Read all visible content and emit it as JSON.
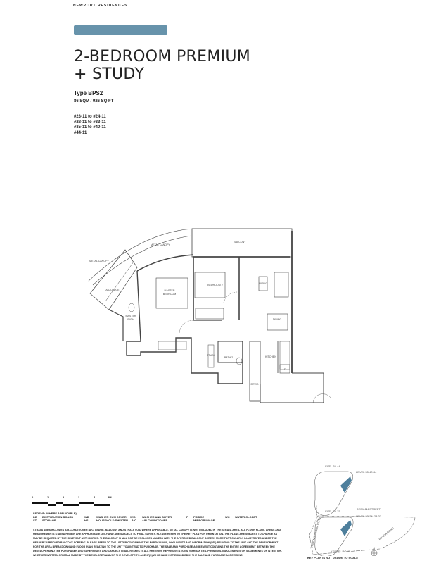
{
  "brand": "NEWPORT RESIDENCES",
  "header": {
    "title_line1": "2-BEDROOM PREMIUM",
    "title_line2": "+ STUDY",
    "type": "Type BPS2",
    "area": "86 SQM / 926 SQ FT",
    "units": [
      "#23-11 to #24-11",
      "#28-11 to #33-11",
      "#35-11 to #40-11",
      "#44-11"
    ]
  },
  "plan_labels": {
    "metal_canopy_1": "METAL CANOPY",
    "metal_canopy_2": "METAL CANOPY",
    "balcony": "BALCONY",
    "ac_ledge": "A/C LEDGE",
    "master_bedroom_1": "MASTER",
    "master_bedroom_2": "BEDROOM",
    "master_bath_1": "MASTER",
    "master_bath_2": "BATH",
    "bedroom2": "BEDROOM 2",
    "living": "LIVING",
    "dining": "DINING",
    "study": "STUDY",
    "bath2": "BATH 2",
    "kitchen": "KITCHEN",
    "dry_kitchen": "DRWD",
    "fridge": "F"
  },
  "scale": {
    "ticks": [
      "0",
      "1",
      "2",
      "3",
      "4",
      "5M"
    ]
  },
  "legend": {
    "title": "LEGEND (WHERE APPLICABLE):",
    "items": [
      {
        "code": "DB",
        "label": "DISTRIBUTION BOARD"
      },
      {
        "code": "WD",
        "label": "WASHER CUM DRYER"
      },
      {
        "code": "W/D",
        "label": "WASHER AND DRYER"
      },
      {
        "code": "F",
        "label": "FRIDGE"
      },
      {
        "code": "WC",
        "label": "WATER CLOSET"
      },
      {
        "code": "ST",
        "label": "STORAGE"
      },
      {
        "code": "HS",
        "label": "HOUSEHOLD SHELTER"
      },
      {
        "code": "A/C",
        "label": "AIR-CONDITIONER"
      },
      {
        "code": "",
        "label": "MIRROR IMAGE"
      }
    ]
  },
  "disclaimer": "Strata area includes air-conditioner (A/C) ledge, balcony and strata void where applicable. Metal canopy is not included in the strata area. All floor plans, areas and measurements stated herein are approximate only and are subject to final survey. Please refer to the key plan for orientation. The plans are subject to change as may be required by the relevant authorities. The balcony shall not be enclosed unless with the approved balcony screen more particularly illustrated under the header \"Approved Balcony Screen\". Please refer to the letter containing the Particulars, Documents and Information (PDI) relating to the unit and the development for the area breakdown and floor plan relating to the unit you intend to purchase. The Sale and Purchase Agreement contains the entire agreement between the developer and the purchaser and supersedes and cancels in all respects all previous representations, warranties, promises, inducements or statements of intention, whether written or oral made by the developer and/or the developer's agent(s) which are not embodied in the Sale and Purchase Agreement.",
  "key_plan": {
    "level_top": "LEVEL 35-44",
    "level_top_unit": "LEVEL 35-40,44",
    "level_bottom": "LEVEL 23-33",
    "level_bottom_unit": "LEVEL 23-24, 28-33",
    "road_1": "BERNAM STREET",
    "road_2": "TANJONG PAGAR ROAD",
    "road_3": "KEPPEL ROAD",
    "road_4": "PRAGA ROAD",
    "north": "N",
    "note": "KEY PLAN IS NOT DRAWN TO SCALE",
    "highlight_color": "#4e7f9c"
  }
}
